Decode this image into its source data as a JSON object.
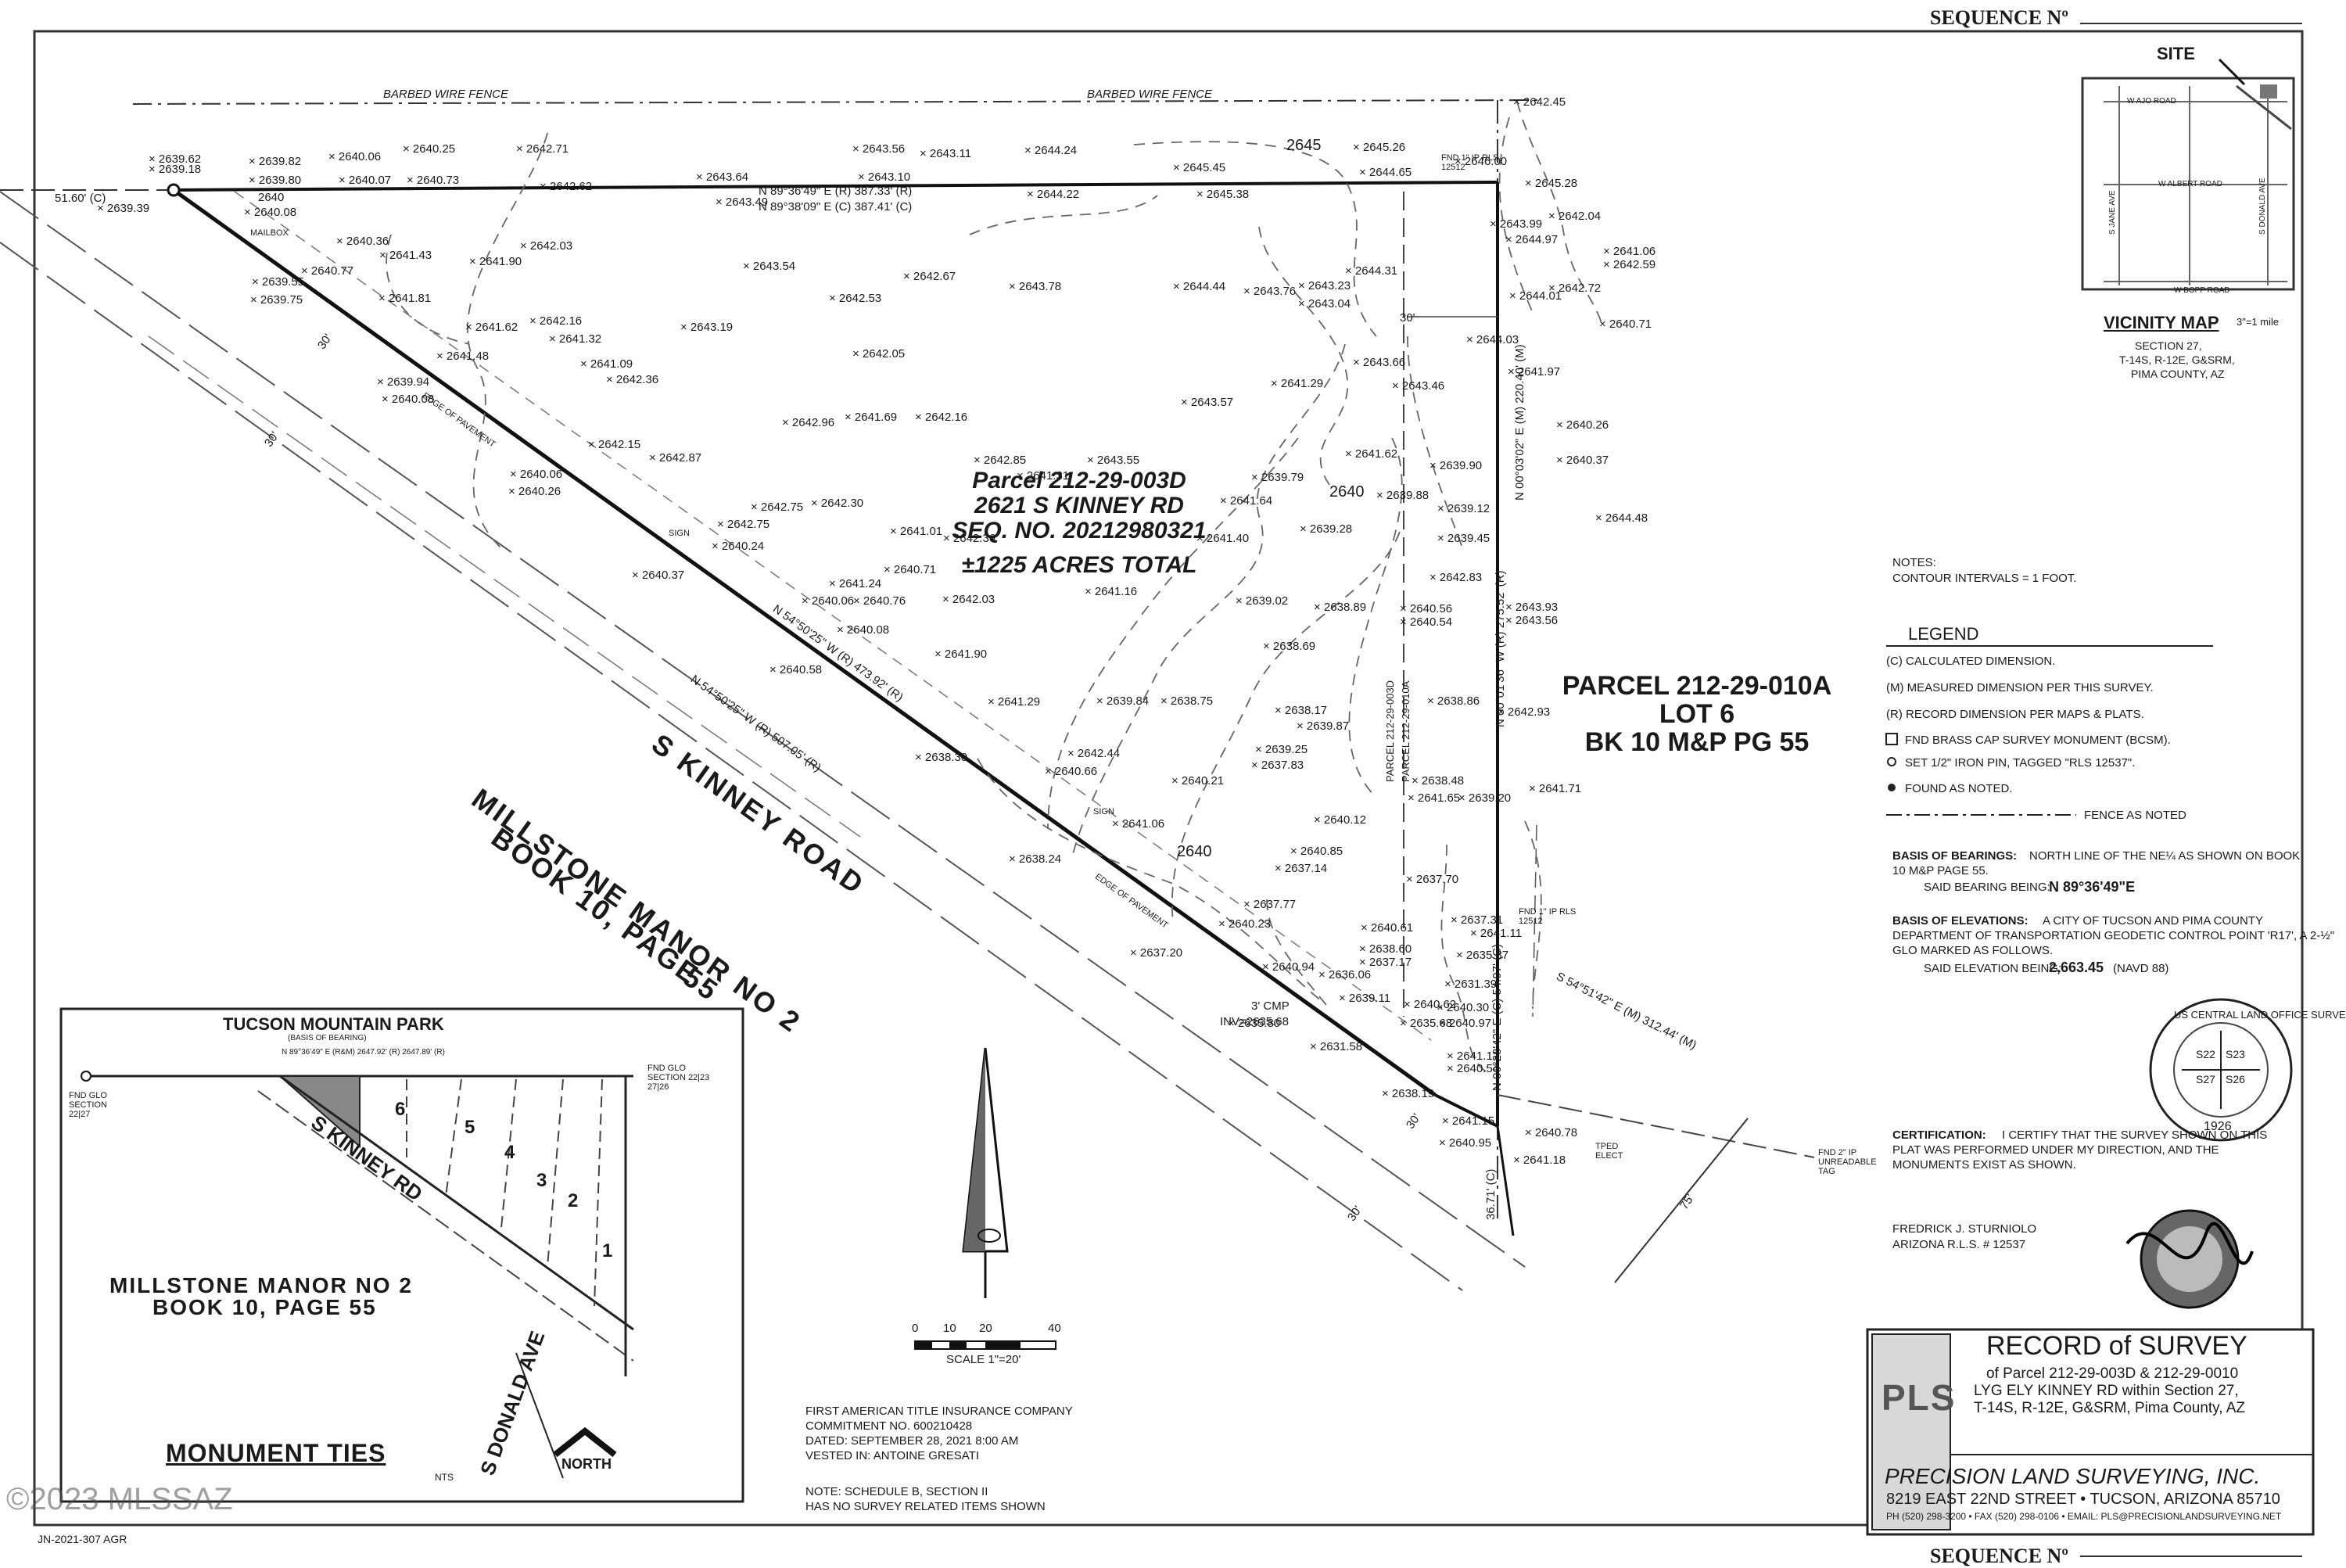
{
  "sequence_label": "SEQUENCE Nº",
  "fence_labels": [
    "BARBED WIRE FENCE",
    "BARBED WIRE FENCE"
  ],
  "parcel_main": {
    "title": "Parcel 212-29-003D",
    "address": "2621 S KINNEY RD",
    "seq": "SEQ. NO. 20212980321",
    "acres": "±1225 ACRES TOTAL"
  },
  "parcel_east": {
    "title": "PARCEL 212-29-010A",
    "lot": "LOT 6",
    "book": "BK 10 M&P PG 55"
  },
  "road_label": "S KINNEY ROAD",
  "millstone_label": {
    "line1": "MILLSTONE MANOR NO 2",
    "line2": "BOOK 10, PAGE",
    "line3": "55"
  },
  "bearings": {
    "north_r": "N 89°36'49\" E (R)   387.33' (R)",
    "north_c": "N 89°38'09\" E (C)   387.41' (C)",
    "diag_upper": "N 54°50'25\" W (R)   473.92' (R)",
    "diag_lower": "N 54°50'25\" W (R)   507.05' (R)",
    "east_upper": "N 00°03'02\" E (M)   220.40' (M)",
    "east_mid": "N 00°01'36\" W (R)   275.52' (R)",
    "east_lower": "N 00°28'42\" E (C)   54.97' (C)",
    "se_line": "S 54°51'42\" E (M)   312.44' (M)",
    "corner_dim": "51.60' (C)",
    "bottom_dim": "36.71' (C)",
    "offset_75": "75'"
  },
  "spot_elevations": [
    "2639.62",
    "2639.18",
    "2639.82",
    "2640.06",
    "2640.25",
    "2642.71",
    "2643.56",
    "2643.11",
    "2644.24",
    "2645.45",
    "2645.26",
    "2646.00",
    "2642.45",
    "2639.80",
    "2640.07",
    "2640.73",
    "2642.62",
    "2643.64",
    "2643.10",
    "2643.49",
    "2644.22",
    "2645.38",
    "2644.65",
    "2645.28",
    "2639.39",
    "2640.08",
    "2640.36",
    "2641.43",
    "2641.90",
    "2642.03",
    "2643.54",
    "2642.67",
    "2643.78",
    "2644.44",
    "2643.76",
    "2643.23",
    "2644.31",
    "2643.99",
    "2644.97",
    "2642.04",
    "2640.77",
    "2639.55",
    "2639.75",
    "2641.81",
    "2642.53",
    "2643.04",
    "2641.06",
    "2642.59",
    "2642.72",
    "2641.62",
    "2642.16",
    "2641.32",
    "2643.19",
    "2644.01",
    "2641.48",
    "2641.09",
    "2642.36",
    "2642.05",
    "2644.03",
    "2640.71",
    "2643.66",
    "2641.29",
    "2643.46",
    "2641.97",
    "2639.94",
    "2640.08",
    "2643.57",
    "2642.96",
    "2641.69",
    "2642.16",
    "2640.26",
    "2642.15",
    "2642.87",
    "2642.85",
    "2643.55",
    "2641.62",
    "2640.37",
    "2640.06",
    "2640.26",
    "2639.79",
    "2639.88",
    "2639.90",
    "2642.75",
    "2642.30",
    "2641.64",
    "2641.40",
    "2639.12",
    "2644.48",
    "2642.75",
    "2640.24",
    "2641.01",
    "2642.36",
    "2639.28",
    "2639.45",
    "2640.37",
    "2641.24",
    "2640.71",
    "2642.83",
    "2640.06",
    "2640.76",
    "2642.03",
    "2641.16",
    "2639.02",
    "2638.89",
    "2640.56",
    "2640.54",
    "2643.93",
    "2643.56",
    "2640.08",
    "2641.90",
    "2638.69",
    "2640.58",
    "2641.29",
    "2639.84",
    "2638.75",
    "2638.17",
    "2639.87",
    "2638.86",
    "2642.93",
    "2642.44",
    "2639.25",
    "2637.83",
    "2638.30",
    "2640.66",
    "2640.21",
    "2638.48",
    "2641.65",
    "2639.20",
    "2641.71",
    "2641.06",
    "2640.12",
    "2638.24",
    "2640.85",
    "2637.14",
    "2637.70",
    "2637.77",
    "2640.23",
    "2640.61",
    "2637.31",
    "2641.11",
    "2638.60",
    "2637.17",
    "2637.20",
    "2640.94",
    "2636.06",
    "2635.87",
    "2631.39",
    "2639.11",
    "2640.62",
    "2640.30",
    "2635.80",
    "2635.68",
    "2640.97",
    "2631.58",
    "2641.17",
    "2640.54",
    "2638.19",
    "2641.15",
    "2640.78",
    "2640.95",
    "2641.18",
    "2641.31"
  ],
  "contour_labels": [
    "2640",
    "2645",
    "2640",
    "2640"
  ],
  "misc_labels": [
    "MAILBOX",
    "EDGE OF PAVEMENT",
    "EDGE OF PAVEMENT",
    "SIGN",
    "SIGN",
    "30'",
    "30'",
    "30'",
    "30'",
    "30'",
    "3' CMP",
    "INV=2635.68",
    "FND 2\" IP UNREADABLE TAG",
    "TPED ELECT",
    "FND 1\" IP RLS 12512",
    "PARCEL 212-29-003D",
    "PARCEL 212-29-010A",
    "FND 1\" IP RLS 12512"
  ],
  "vicinity": {
    "site": "SITE",
    "title": "VICINITY MAP",
    "scale": "3\"=1 mile",
    "roads": [
      "W AJO ROAD",
      "W ALBERT ROAD",
      "W BOPP ROAD",
      "S JANE AVE",
      "S DONALD AVE"
    ],
    "lines": [
      "SECTION 27,",
      "T-14S, R-12E, G&SRM,",
      "PIMA COUNTY, AZ"
    ]
  },
  "notes": {
    "title": "NOTES:",
    "text": "CONTOUR INTERVALS = 1 FOOT."
  },
  "legend": {
    "title": "LEGEND",
    "items": [
      "(C)  CALCULATED DIMENSION.",
      "(M)  MEASURED DIMENSION PER THIS SURVEY.",
      "(R)  RECORD DIMENSION PER MAPS & PLATS.",
      "FND BRASS CAP SURVEY MONUMENT (BCSM).",
      "SET 1/2\" IRON PIN, TAGGED \"RLS 12537\".",
      "FOUND AS NOTED.",
      "FENCE AS NOTED"
    ]
  },
  "basis_bearings": {
    "label": "BASIS OF BEARINGS:",
    "text": "NORTH LINE OF THE NE¼ AS SHOWN ON BOOK 10 M&P PAGE 55.",
    "said": "SAID BEARING BEING:",
    "value": "N 89°36'49\"E"
  },
  "basis_elev": {
    "label": "BASIS OF ELEVATIONS:",
    "text1": "A CITY OF TUCSON AND PIMA COUNTY",
    "text2": "DEPARTMENT OF TRANSPORTATION GEODETIC CONTROL POINT 'R17', A 2-½\"",
    "text3": "GLO MARKED AS FOLLOWS.",
    "said": "SAID ELEVATION BEING:",
    "value": "2,663.45",
    "datum": "(NAVD 88)"
  },
  "glo_seal": {
    "ring": "US CENTRAL LAND OFFICE SURVEY",
    "sections": [
      "S22",
      "S23",
      "S27",
      "S26"
    ],
    "year": "1926"
  },
  "certification": {
    "label": "CERTIFICATION:",
    "line1": "I CERTIFY THAT THE SURVEY SHOWN ON THIS",
    "line2": "PLAT WAS PERFORMED UNDER MY DIRECTION, AND THE",
    "line3": "MONUMENTS EXIST AS SHOWN.",
    "name": "FREDRICK J. STURNIOLO",
    "rls": "ARIZONA R.L.S. # 12537"
  },
  "scale": {
    "ticks": [
      "0",
      "10",
      "20",
      "40"
    ],
    "label": "SCALE 1\"=20'"
  },
  "title_commitment": [
    "FIRST AMERICAN TITLE INSURANCE COMPANY",
    "COMMITMENT NO. 600210428",
    "DATED: SEPTEMBER 28, 2021 8:00 AM",
    "VESTED IN: ANTOINE GRESATI",
    "",
    "NOTE: SCHEDULE B, SECTION II",
    "HAS NO SURVEY RELATED ITEMS SHOWN"
  ],
  "inset": {
    "title": "TUCSON MOUNTAIN PARK",
    "basis": "(BASIS OF BEARING)",
    "top_bearing": "N 89°36'49\" E (R&M)  2647.92' (R)   2647.89' (R)",
    "lots": [
      "6",
      "5",
      "4",
      "3",
      "2",
      "1"
    ],
    "road": "S KINNEY RD",
    "donald": "S DONALD AVE",
    "millstone1": "MILLSTONE MANOR NO 2",
    "millstone2": "BOOK 10, PAGE 55",
    "monument_ties": "MONUMENT TIES",
    "nts": "NTS",
    "north": "NORTH",
    "fnd_left": "FND GLO SECTION 22|27",
    "fnd_right": "FND GLO SECTION 22|23 27|26"
  },
  "record": {
    "title": "RECORD of SURVEY",
    "line1": "of Parcel 212-29-003D & 212-29-0010",
    "line2": "LYG ELY KINNEY RD within Section 27,",
    "line3": "T-14S, R-12E, G&SRM, Pima County, AZ",
    "company": "PRECISION LAND SURVEYING, INC.",
    "address": "8219 EAST 22ND STREET • TUCSON, ARIZONA 85710",
    "contact": "PH (520) 298-3200 • FAX (520) 298-0106 • EMAIL: PLS@PRECISIONLANDSURVEYING.NET",
    "logo": "PLS"
  },
  "job_number": "JN-2021-307 AGR",
  "watermark": "©2023 MLSSAZ"
}
